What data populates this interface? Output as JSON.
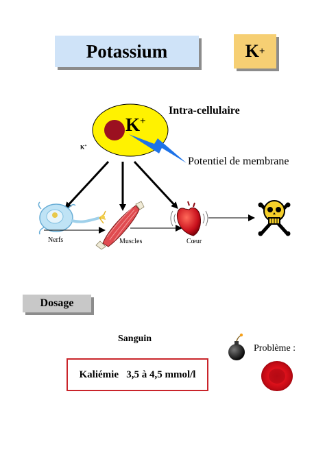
{
  "header": {
    "title": "Potassium",
    "symbol_base": "K",
    "symbol_sup": "+"
  },
  "cell": {
    "label": "Intra-cellulaire",
    "ion_base": "K",
    "ion_sup": "+",
    "small_ion_base": "K",
    "small_ion_sup": "+",
    "potential_label": "Potentiel de membrane"
  },
  "targets": {
    "nerfs": "Nerfs",
    "muscles": "Muscles",
    "coeur": "Cœur"
  },
  "dosage": {
    "label": "Dosage",
    "sanguin": "Sanguin",
    "kaliemie": "Kaliémie   3,5 à 4,5 mmol/l",
    "probleme": "Problème :"
  },
  "colors": {
    "title_bg": "#cfe3f8",
    "k_box_bg": "#f6cf73",
    "cell_fill": "#fff200",
    "nucleus": "#9b1020",
    "bolt": "#1e73e8",
    "kaliemie_border": "#c9242a",
    "blood_cell": "#d0101a"
  }
}
